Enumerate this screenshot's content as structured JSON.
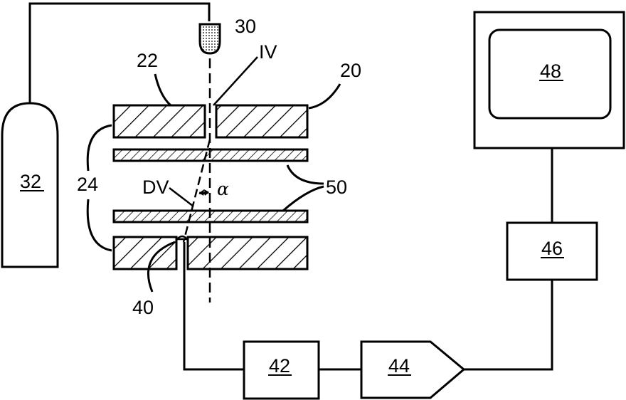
{
  "labels": {
    "gas_cylinder": "32",
    "nozzle": "30",
    "incident_vector": "IV",
    "upper_aperture": "22",
    "electrode_assembly": "20",
    "electrodes": "24",
    "deflected_vector": "DV",
    "angle": "α",
    "plates": "50",
    "detector": "40",
    "amplifier": "42",
    "converter": "44",
    "processor": "46",
    "display": "48"
  }
}
